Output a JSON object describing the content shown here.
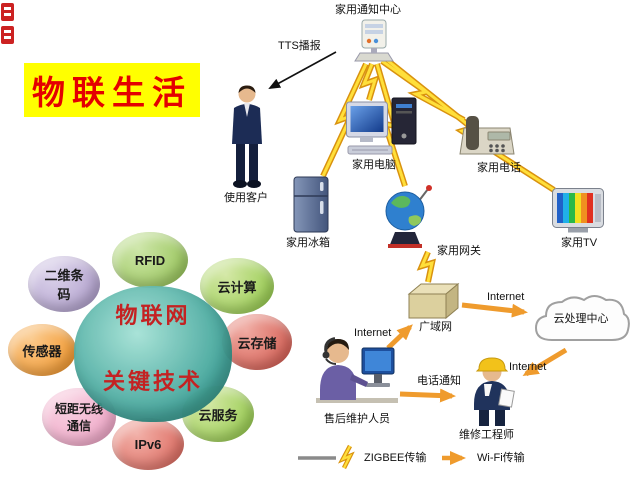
{
  "title": "物联生活",
  "home": {
    "notification_center": "家用通知中心",
    "tts": "TTS播报",
    "customer": "使用客户",
    "computer": "家用电脑",
    "phone": "家用电话",
    "fridge": "家用冰箱",
    "gateway": "家用网关",
    "tv": "家用TV"
  },
  "tech": {
    "center_top": "物联网",
    "center_bottom": "关键技术",
    "petals": [
      {
        "label": "RFID"
      },
      {
        "label": "二维条码"
      },
      {
        "label": "云计算"
      },
      {
        "label": "传感器"
      },
      {
        "label": "云存储"
      },
      {
        "label": "短距无线通信"
      },
      {
        "label": "云服务"
      },
      {
        "label": "IPv6"
      }
    ]
  },
  "network": {
    "wan": "广域网",
    "cloud_center": "云处理中心",
    "internet_wan_cloud": "Internet",
    "internet_support_wan": "Internet",
    "internet_cloud_engineer": "Internet",
    "phone_notice": "电话通知",
    "support_staff": "售后维护人员",
    "engineer": "维修工程师"
  },
  "legend": {
    "zigbee": "ZIGBEE传输",
    "wifi": "Wi-Fi传输"
  },
  "colors": {
    "accent_bolt": "#ffdf3a",
    "accent_arrow": "#ef9b2d",
    "title_red": "#e40000",
    "title_highlight": "#ffff00"
  }
}
